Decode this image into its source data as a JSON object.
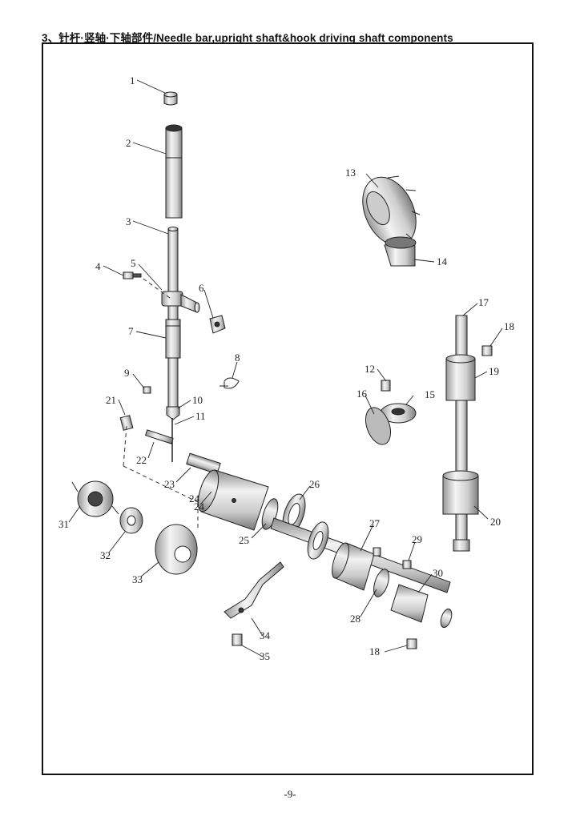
{
  "page": {
    "section_title": "3、针杆·竖轴·下轴部件/Needle bar,upright shaft&hook driving shaft components",
    "page_number": "-9-"
  },
  "diagram": {
    "callouts": [
      "1",
      "2",
      "3",
      "4",
      "5",
      "6",
      "7",
      "8",
      "9",
      "10",
      "11",
      "12",
      "13",
      "14",
      "15",
      "16",
      "17",
      "18",
      "18",
      "19",
      "20",
      "21",
      "22",
      "23",
      "24",
      "24",
      "25",
      "26",
      "27",
      "28",
      "29",
      "30",
      "31",
      "32",
      "33",
      "34",
      "35"
    ]
  }
}
